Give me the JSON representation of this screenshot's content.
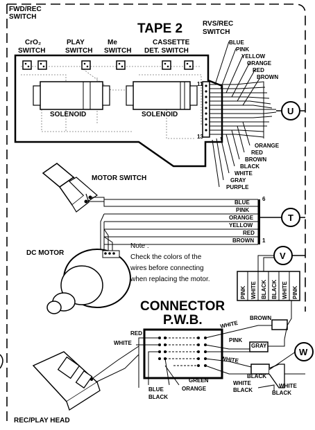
{
  "title": "TAPE 2",
  "switches": {
    "fwd_rec": "FWD/REC",
    "fwd_rec_2": "SWITCH",
    "cro2": "CrO₂",
    "cro2_2": "SWITCH",
    "play": "PLAY",
    "play_2": "SWITCH",
    "me": "Me",
    "me_2": "SWITCH",
    "cassette": "CASSETTE",
    "cassette_2": "DET. SWITCH",
    "rvs_rec": "RVS/REC",
    "rvs_rec_2": "SWITCH"
  },
  "solenoid_1": "SOLENOID",
  "solenoid_2": "SOLENOID",
  "pin_11": "11",
  "pin_13": "13",
  "tape_wires": [
    "BLUE",
    "PINK",
    "YELLOW",
    "ORANGE",
    "RED",
    "BROWN"
  ],
  "tape_wires_lower": [
    "ORANGE",
    "RED",
    "BROWN",
    "BLACK",
    "WHITE",
    "GRAY",
    "PURPLE"
  ],
  "motor_switch": "MOTOR SWITCH",
  "motor_wires": [
    "BLUE",
    "PINK",
    "ORANGE",
    "YELLOW",
    "RED",
    "BROWN"
  ],
  "pin_6": "6",
  "pin_1": "1",
  "dc_motor": "DC MOTOR",
  "note": {
    "title": "Note :",
    "line1": "Check the colors of the",
    "line2": "wires before connecting",
    "line3": "when replacing the motor."
  },
  "connector_title": "CONNECTOR",
  "connector_sub": "P.W.B.",
  "vertical_wires": [
    "PINK",
    "WHITE",
    "BLACK",
    "BLACK",
    "WHITE",
    "PINK"
  ],
  "pwb_labels": {
    "red": "RED",
    "white_left": "WHITE",
    "blue": "BLUE",
    "black_left": "BLACK",
    "green": "GREEN",
    "orange": "ORANGE",
    "white_top": "WHITE",
    "brown": "BROWN",
    "pink": "PINK",
    "gray": "GRAY",
    "white_mid": "WHITE",
    "black_right": "BLACK",
    "white_r2": "WHITE",
    "black_r2": "BLACK",
    "white_far": "WHITE",
    "black_far": "BLACK"
  },
  "circles": {
    "u": "U",
    "t": "T",
    "v": "V",
    "w": "W"
  },
  "rec_play_head": "REC/PLAY HEAD"
}
